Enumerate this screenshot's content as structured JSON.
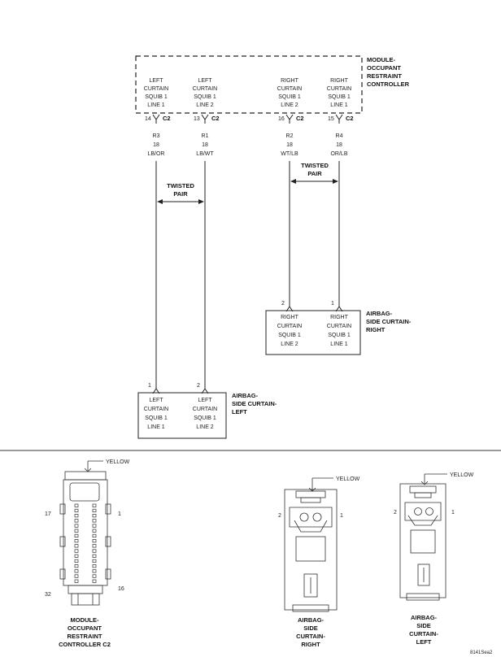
{
  "module": {
    "name": [
      "MODULE-",
      "OCCUPANT",
      "RESTRAINT",
      "CONTROLLER"
    ],
    "connector": "C2",
    "pins": [
      {
        "label": [
          "LEFT",
          "CURTAIN",
          "SQUIB 1",
          "LINE 1"
        ],
        "cavity": "14",
        "circuit": "R3",
        "gauge": "18",
        "color": "LB/OR"
      },
      {
        "label": [
          "LEFT",
          "CURTAIN",
          "SQUIB 1",
          "LINE 2"
        ],
        "cavity": "13",
        "circuit": "R1",
        "gauge": "18",
        "color": "LB/WT"
      },
      {
        "label": [
          "RIGHT",
          "CURTAIN",
          "SQUIB 1",
          "LINE 2"
        ],
        "cavity": "16",
        "circuit": "R2",
        "gauge": "18",
        "color": "WT/LB"
      },
      {
        "label": [
          "RIGHT",
          "CURTAIN",
          "SQUIB 1",
          "LINE 1"
        ],
        "cavity": "15",
        "circuit": "R4",
        "gauge": "18",
        "color": "OR/LB"
      }
    ]
  },
  "twisted_pair_label": [
    "TWISTED",
    "PAIR"
  ],
  "right_airbag": {
    "name": [
      "AIRBAG-",
      "SIDE CURTAIN-",
      "RIGHT"
    ],
    "pins": [
      {
        "pin": "2",
        "label": [
          "RIGHT",
          "CURTAIN",
          "SQUIB 1",
          "LINE 2"
        ]
      },
      {
        "pin": "1",
        "label": [
          "RIGHT",
          "CURTAIN",
          "SQUIB 1",
          "LINE 1"
        ]
      }
    ]
  },
  "left_airbag": {
    "name": [
      "AIRBAG-",
      "SIDE CURTAIN-",
      "LEFT"
    ],
    "pins": [
      {
        "pin": "1",
        "label": [
          "LEFT",
          "CURTAIN",
          "SQUIB 1",
          "LINE 1"
        ]
      },
      {
        "pin": "2",
        "label": [
          "LEFT",
          "CURTAIN",
          "SQUIB 1",
          "LINE 2"
        ]
      }
    ]
  },
  "connector_views": {
    "occupant_controller": {
      "color_label": "YELLOW",
      "pin_17": "17",
      "pin_1": "1",
      "pin_32": "32",
      "pin_16": "16",
      "caption": [
        "MODULE-",
        "OCCUPANT",
        "RESTRAINT",
        "CONTROLLER C2"
      ]
    },
    "curtain_right": {
      "color_label": "YELLOW",
      "pin_2": "2",
      "pin_1": "1",
      "caption": [
        "AIRBAG-",
        "SIDE",
        "CURTAIN-",
        "RIGHT"
      ]
    },
    "curtain_left": {
      "color_label": "YELLOW",
      "pin_2": "2",
      "pin_1": "1",
      "caption": [
        "AIRBAG-",
        "SIDE",
        "CURTAIN-",
        "LEFT"
      ]
    }
  },
  "figure_id": "8141Sea2"
}
